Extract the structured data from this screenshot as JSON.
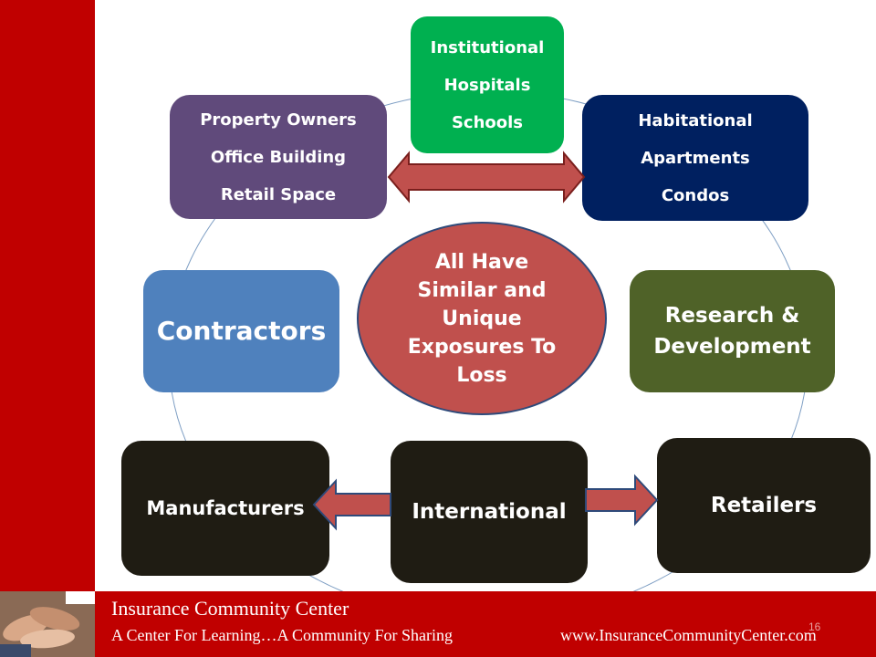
{
  "footer": {
    "org_name": "Insurance Community Center",
    "tagline": "A Center For Learning…A Community For Sharing",
    "url": "www.InsuranceCommunityCenter.com",
    "page_number": "16"
  },
  "diagram": {
    "nodes": {
      "institutional": [
        "Institutional",
        "Hospitals",
        "Schools"
      ],
      "property": [
        "Property Owners",
        "Office Building",
        "Retail Space"
      ],
      "habitational": [
        "Habitational",
        "Apartments",
        "Condos"
      ],
      "contractors": [
        "Contractors"
      ],
      "research": [
        "Research &",
        "Development"
      ],
      "manufacturers": [
        "Manufacturers"
      ],
      "international": [
        "International"
      ],
      "retailers": [
        "Retailers"
      ]
    },
    "center": [
      "All Have",
      "Similar and",
      "Unique",
      "Exposures To",
      "Loss"
    ]
  },
  "colors": {
    "brand_red": "#c00000",
    "institutional": "#00b050",
    "property": "#604a7b",
    "habitational": "#002060",
    "contractors": "#4f81bd",
    "research": "#4f6228",
    "dark_boxes": "#1f1c13",
    "center": "#c0504d"
  }
}
